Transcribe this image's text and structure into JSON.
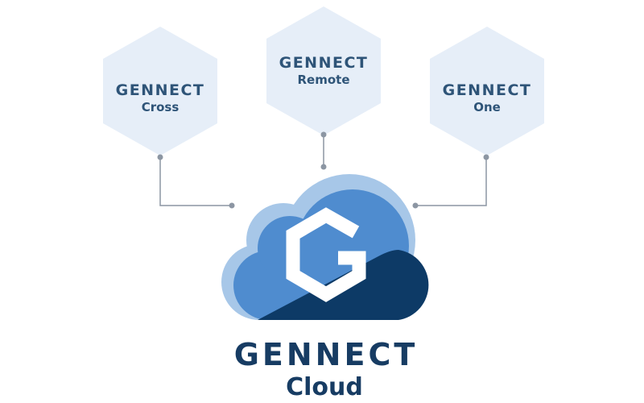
{
  "products": [
    {
      "brand": "GENNECT",
      "name": "Cross"
    },
    {
      "brand": "GENNECT",
      "name": "Remote"
    },
    {
      "brand": "GENNECT",
      "name": "One"
    }
  ],
  "cloud": {
    "brand": "GENNECT",
    "name": "Cloud",
    "logo_icon": "g-hexagon-logo"
  },
  "colors": {
    "hex_fill": "#e6eef8",
    "text": "#2e5478",
    "connector": "#8c96a3",
    "cloud_light": "#a7c7e8",
    "cloud_mid": "#4f8ccf",
    "cloud_dark": "#0d3a66"
  }
}
